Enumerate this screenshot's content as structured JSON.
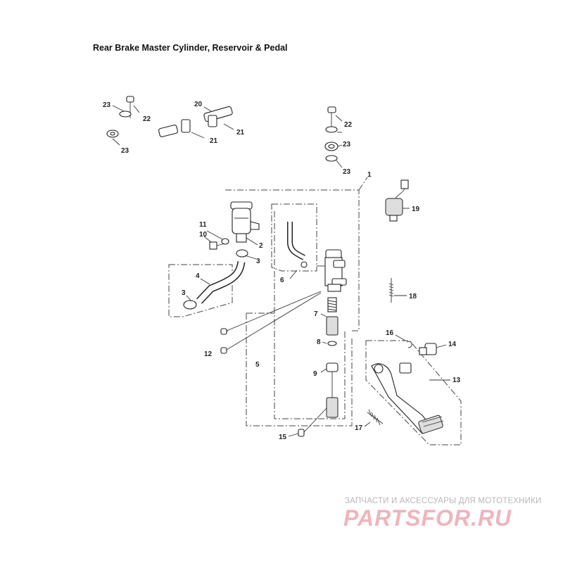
{
  "title": "Rear Brake Master Cylinder, Reservoir & Pedal",
  "watermark": {
    "tagline": "ЗАПЧАСТИ И АКСЕССУАРЫ ДЛЯ МОТОТЕХНИКИ",
    "logo": "PARTSFOR.RU"
  },
  "callouts": {
    "c1": "1",
    "c2": "2",
    "c3a": "3",
    "c3b": "3",
    "c4": "4",
    "c5": "5",
    "c6": "6",
    "c7": "7",
    "c8": "8",
    "c9": "9",
    "c10": "10",
    "c11": "11",
    "c12": "12",
    "c13": "13",
    "c14": "14",
    "c15": "15",
    "c16": "16",
    "c17": "17",
    "c18": "18",
    "c19": "19",
    "c20": "20",
    "c21a": "21",
    "c21b": "21",
    "c22a": "22",
    "c22b": "22",
    "c23a": "23",
    "c23b": "23",
    "c23c": "23",
    "c23d": "23"
  }
}
